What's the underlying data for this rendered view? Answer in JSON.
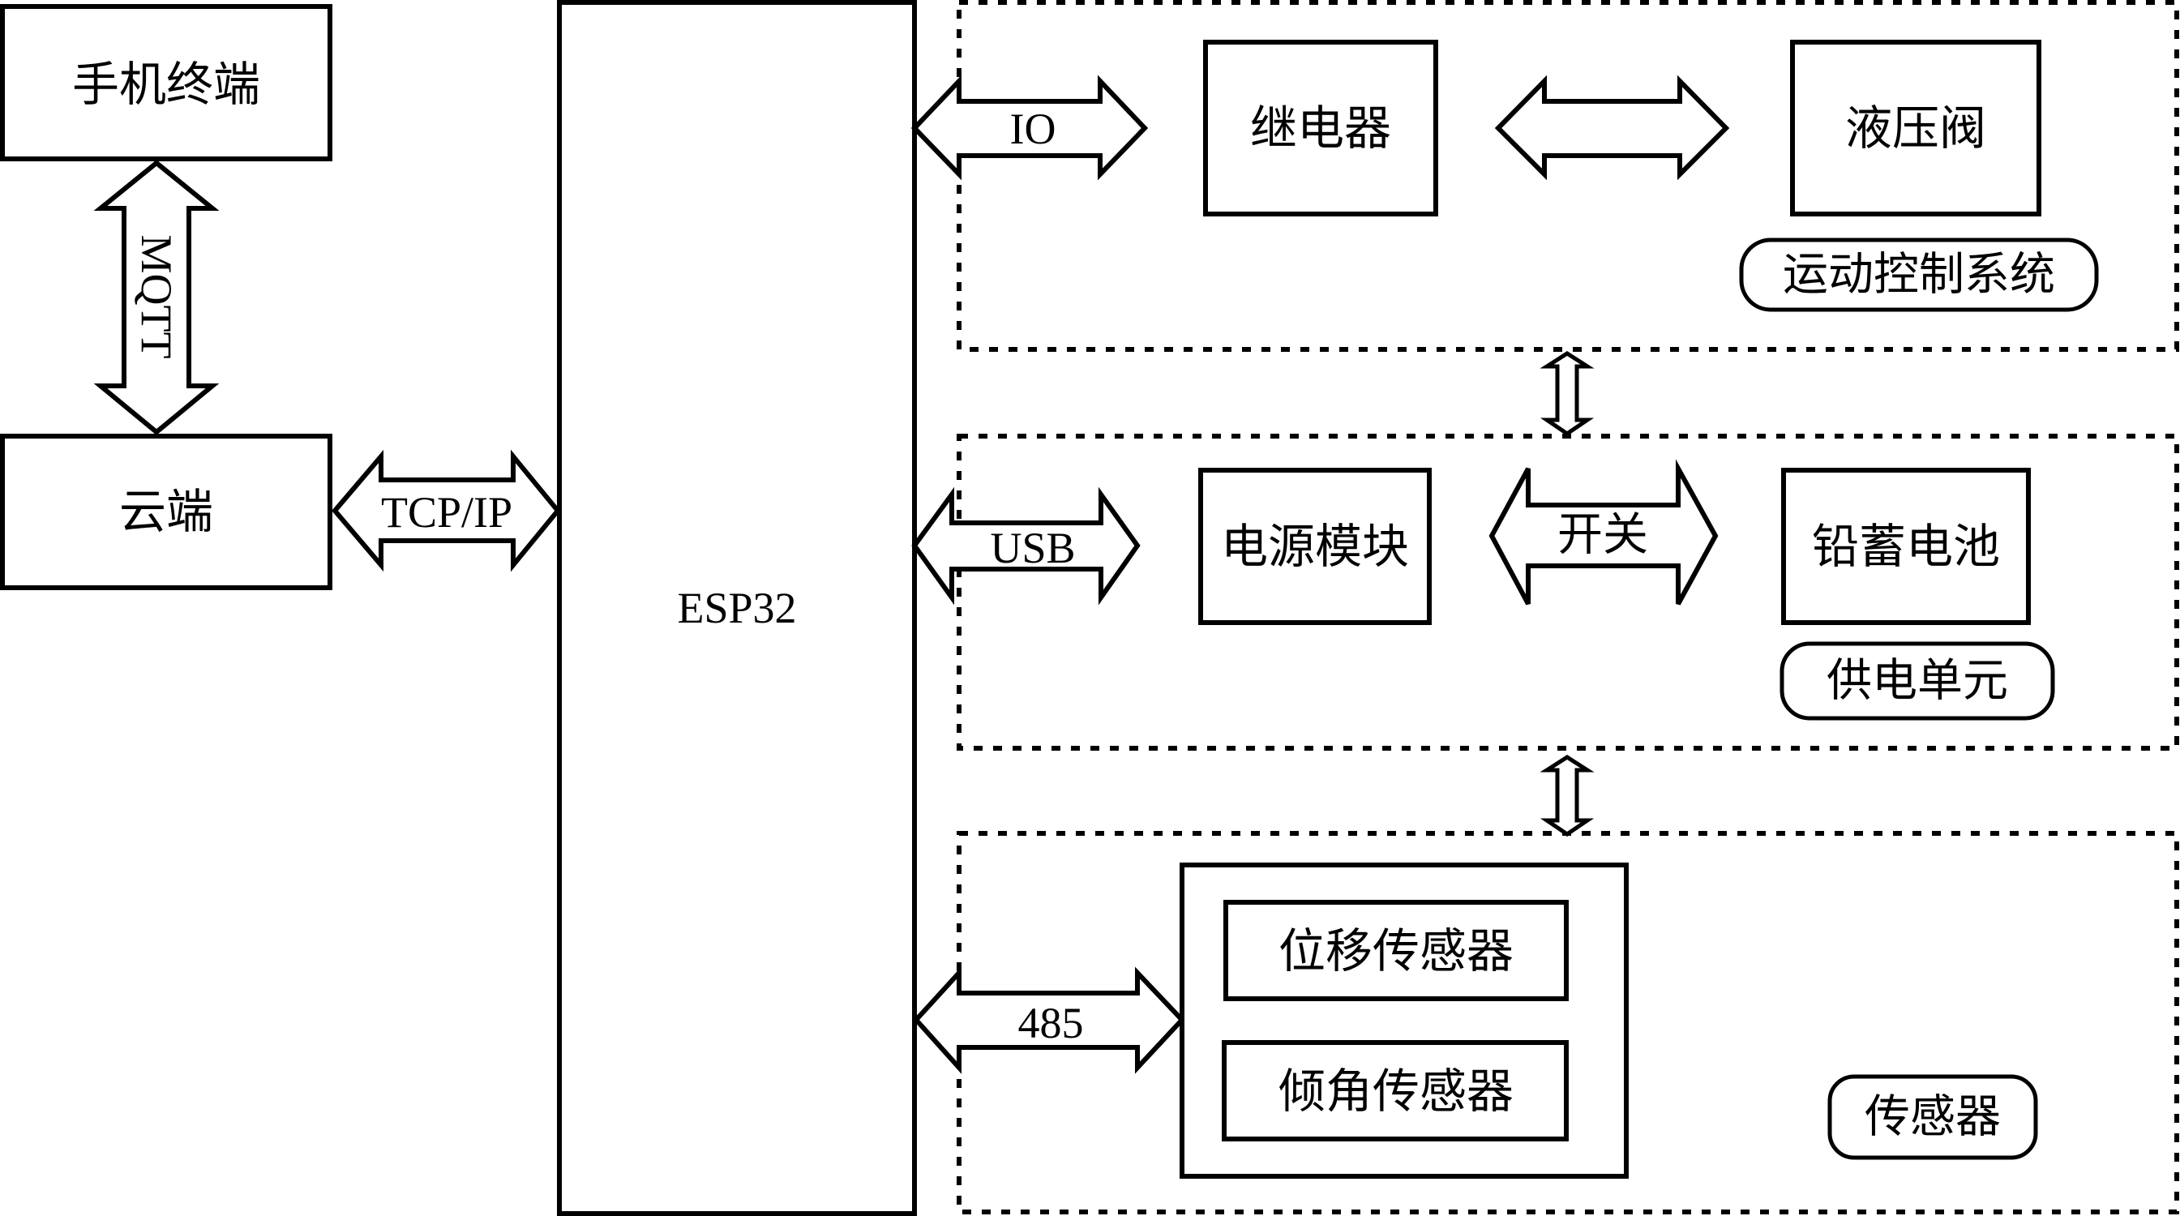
{
  "diagram": {
    "nodes": {
      "phone": {
        "label": "手机终端"
      },
      "cloud": {
        "label": "云端"
      },
      "esp32": {
        "label": "ESP32"
      },
      "relay": {
        "label": "继电器"
      },
      "valve": {
        "label": "液压阀"
      },
      "power_module": {
        "label": "电源模块"
      },
      "battery": {
        "label": "铅蓄电池"
      },
      "sensor_group": {
        "label": "传感器"
      },
      "displacement_sensor": {
        "label": "位移传感器"
      },
      "tilt_sensor": {
        "label": "倾角传感器"
      }
    },
    "groups": {
      "motion_control": {
        "label": "运动控制系统"
      },
      "power_supply": {
        "label": "供电单元"
      },
      "sensors": {
        "label": "传感器"
      }
    },
    "links": {
      "mqtt": {
        "label": "MQTT",
        "from": "手机终端",
        "to": "云端"
      },
      "tcpip": {
        "label": "TCP/IP",
        "from": "云端",
        "to": "ESP32"
      },
      "io": {
        "label": "IO",
        "from": "ESP32",
        "to": "继电器"
      },
      "relay_valve": {
        "label": "",
        "from": "继电器",
        "to": "液压阀"
      },
      "usb": {
        "label": "USB",
        "from": "ESP32",
        "to": "电源模块"
      },
      "switch": {
        "label": "开关",
        "from": "电源模块",
        "to": "铅蓄电池"
      },
      "rs485": {
        "label": "485",
        "from": "ESP32",
        "to": "传感器"
      },
      "motion_power": {
        "label": "",
        "from": "运动控制系统",
        "to": "供电单元"
      },
      "power_sensors": {
        "label": "",
        "from": "供电单元",
        "to": "传感器"
      }
    }
  }
}
